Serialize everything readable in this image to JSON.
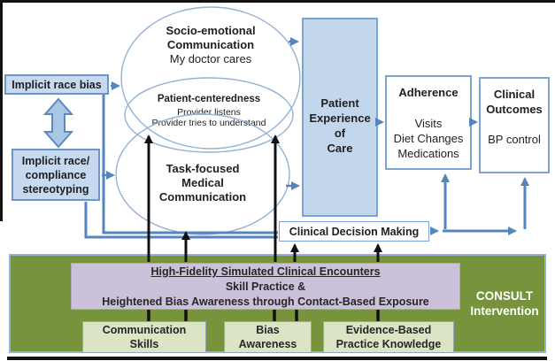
{
  "colors": {
    "blue_fill": "#c6d9f0",
    "blue_border": "#6e96c8",
    "line_blue": "#5585bb",
    "ellipse_blue": "#92b2d6",
    "green_band": "#77933c",
    "purple_fill": "#ccc1da",
    "lgreen_fill": "#dbe5c5",
    "black": "#111111"
  },
  "left": {
    "implicit_race_bias": "Implicit race bias",
    "stereotyping": [
      "Implicit race/",
      "compliance",
      "stereotyping"
    ]
  },
  "ellipses": {
    "socio": [
      "Socio-emotional",
      "Communication",
      "My doctor cares"
    ],
    "centeredness": [
      "Patient-centeredness",
      "Provider listens",
      "Provider tries to understand"
    ],
    "task": [
      "Task-focused",
      "Medical",
      "Communication"
    ]
  },
  "flow": {
    "patient_experience": [
      "Patient",
      "Experience",
      "of",
      "Care"
    ],
    "adherence_title": "Adherence",
    "adherence_items": [
      "Visits",
      "Diet Changes",
      "Medications"
    ],
    "outcomes_title": [
      "Clinical",
      "Outcomes"
    ],
    "outcomes_sub": "BP control",
    "decision": "Clinical Decision Making"
  },
  "intervention": {
    "label": [
      "CONSULT",
      "Intervention"
    ],
    "encounters": [
      "High-Fidelity Simulated Clinical Encounters",
      "Skill Practice &",
      "Heightened Bias Awareness through Contact-Based Exposure"
    ],
    "skills": [
      "Communication",
      "Skills"
    ],
    "bias": [
      "Bias",
      "Awareness"
    ],
    "evidence": [
      "Evidence-Based",
      "Practice Knowledge"
    ]
  }
}
